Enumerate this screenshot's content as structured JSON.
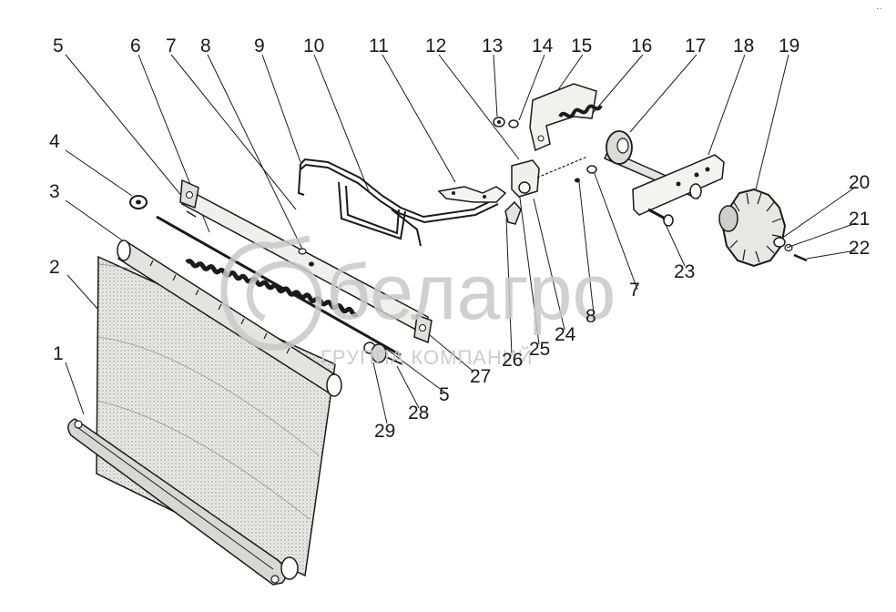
{
  "callouts": [
    {
      "id": "1",
      "label": "1"
    },
    {
      "id": "2",
      "label": "2"
    },
    {
      "id": "3",
      "label": "3"
    },
    {
      "id": "4",
      "label": "4"
    },
    {
      "id": "5a",
      "label": "5"
    },
    {
      "id": "5b",
      "label": "5"
    },
    {
      "id": "6",
      "label": "6"
    },
    {
      "id": "7a",
      "label": "7"
    },
    {
      "id": "7b",
      "label": "7"
    },
    {
      "id": "8a",
      "label": "8"
    },
    {
      "id": "8b",
      "label": "8"
    },
    {
      "id": "9",
      "label": "9"
    },
    {
      "id": "10",
      "label": "10"
    },
    {
      "id": "11",
      "label": "11"
    },
    {
      "id": "12",
      "label": "12"
    },
    {
      "id": "13",
      "label": "13"
    },
    {
      "id": "14",
      "label": "14"
    },
    {
      "id": "15",
      "label": "15"
    },
    {
      "id": "16",
      "label": "16"
    },
    {
      "id": "17",
      "label": "17"
    },
    {
      "id": "18",
      "label": "18"
    },
    {
      "id": "19",
      "label": "19"
    },
    {
      "id": "20",
      "label": "20"
    },
    {
      "id": "21",
      "label": "21"
    },
    {
      "id": "22",
      "label": "22"
    },
    {
      "id": "23",
      "label": "23"
    },
    {
      "id": "24",
      "label": "24"
    },
    {
      "id": "25",
      "label": "25"
    },
    {
      "id": "26",
      "label": "26"
    },
    {
      "id": "27",
      "label": "27"
    },
    {
      "id": "28",
      "label": "28"
    },
    {
      "id": "29",
      "label": "29"
    }
  ],
  "watermark": {
    "brand": "белагро",
    "subtitle": "ГРУППА КОМПАНИЙ"
  },
  "corner_mark": "··",
  "colors": {
    "line": "#1a1a1a",
    "watermark": "#c8c8c8",
    "screen_fill": "#e8e8e2"
  }
}
